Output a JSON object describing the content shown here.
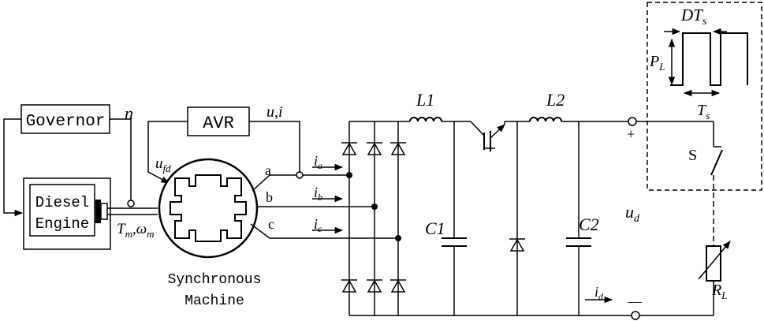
{
  "blocks": {
    "governor": "Governor",
    "avr": "AVR",
    "diesel_line1": "Diesel",
    "diesel_line2": "Engine"
  },
  "machine": {
    "label_line1": "Synchronous",
    "label_line2": "Machine"
  },
  "signals": {
    "n": "n",
    "ui": "u,i",
    "ufd_main": "u",
    "ufd_sub": "fd",
    "tm_main": "T",
    "tm_sub": "m",
    "tm_sep": ",",
    "om_main": "ω",
    "om_sub": "m"
  },
  "phases": {
    "a": "a",
    "b": "b",
    "c": "c",
    "ia_main": "i",
    "ia_sub": "a",
    "ib_main": "i",
    "ib_sub": "b",
    "ic_main": "i",
    "ic_sub": "c"
  },
  "components": {
    "L1": "L1",
    "L2": "L2",
    "C1": "C1",
    "C2": "C2",
    "RL_main": "R",
    "RL_sub": "L",
    "switch": "S"
  },
  "dc": {
    "ud_main": "u",
    "ud_sub": "d",
    "id_main": "i",
    "id_sub": "d",
    "plus": "+",
    "minus": "—"
  },
  "pulse": {
    "DT_main": "DT",
    "DT_sub": "s",
    "PL_main": "P",
    "PL_sub": "L",
    "Ts_main": "T",
    "Ts_sub": "s"
  }
}
